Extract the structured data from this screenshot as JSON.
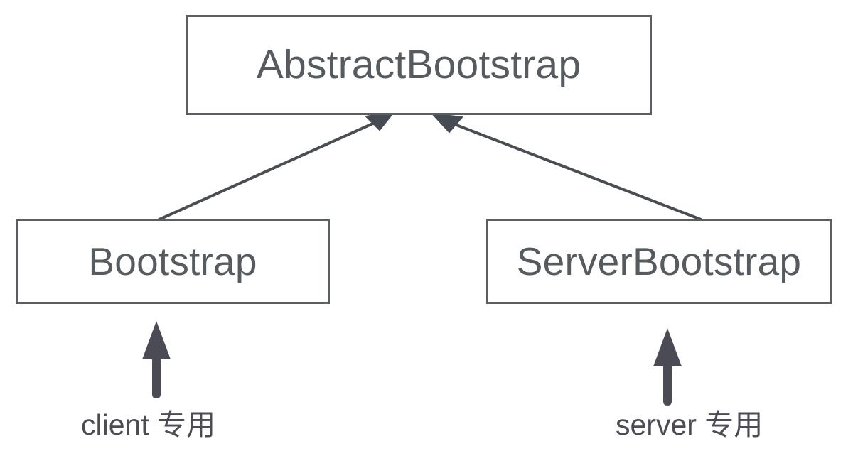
{
  "diagram": {
    "title": "AbstractBootstrap class hierarchy",
    "type": "uml-class-inheritance",
    "background_color": "#ffffff",
    "box_border_color": "#5a5d61",
    "box_fill_color": "#ffffff",
    "text_color": "#565b5f",
    "edge_color": "#4a4d52",
    "block_arrow_color": "#4b4b56",
    "nodes": [
      {
        "id": "abstract-bootstrap",
        "label": "AbstractBootstrap",
        "role": "superclass"
      },
      {
        "id": "bootstrap",
        "label": "Bootstrap",
        "role": "subclass"
      },
      {
        "id": "server-bootstrap",
        "label": "ServerBootstrap",
        "role": "subclass"
      }
    ],
    "edges": [
      {
        "id": "bootstrap-extends-abstract",
        "from": "bootstrap",
        "to": "abstract-bootstrap",
        "relation": "inheritance",
        "arrow": "solid-filled-arrowhead"
      },
      {
        "id": "serverbootstrap-extends-abstract",
        "from": "server-bootstrap",
        "to": "abstract-bootstrap",
        "relation": "inheritance",
        "arrow": "solid-filled-arrowhead"
      }
    ],
    "annotations": [
      {
        "id": "client-note",
        "label": "client 专用",
        "points_to": "bootstrap",
        "arrow": "up-block-arrow"
      },
      {
        "id": "server-note",
        "label": "server 专用",
        "points_to": "server-bootstrap",
        "arrow": "up-block-arrow"
      }
    ]
  }
}
